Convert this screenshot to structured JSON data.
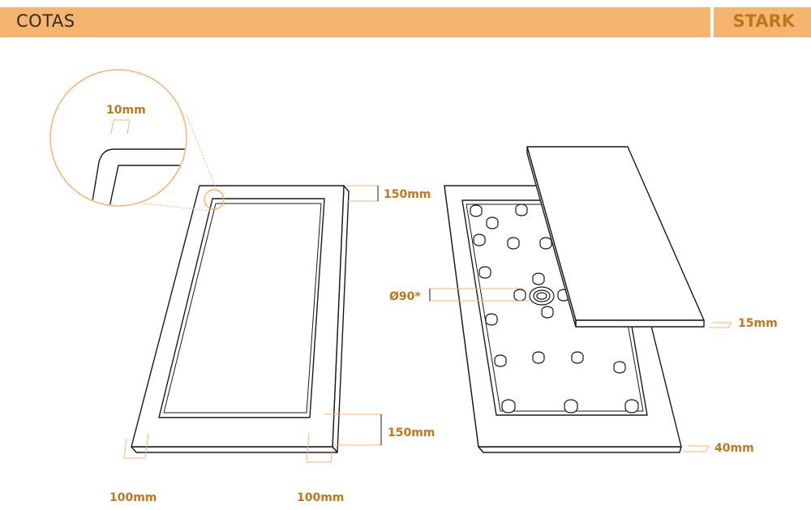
{
  "header": {
    "title": "COTAS",
    "brand": "STARK"
  },
  "colors": {
    "accent": "#f6b56f",
    "accent_text": "#c0761c",
    "line": "#1a1a1a"
  },
  "dimensions": {
    "corner_radius": "10mm",
    "rim_top": "150mm",
    "rim_bottom": "150mm",
    "rim_left": "100mm",
    "rim_right": "100mm",
    "drain_diameter": "Ø90*",
    "lid_thickness": "15mm",
    "base_thickness": "40mm"
  }
}
